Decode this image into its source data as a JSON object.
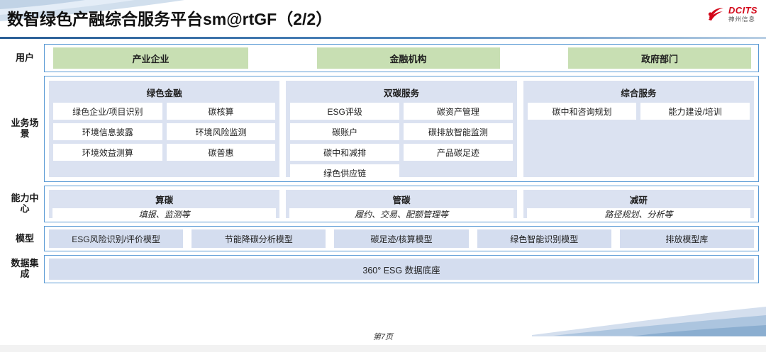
{
  "header": {
    "title": "数智绿色产融综合服务平台sm@rtGF（2/2）",
    "logo_en": "DCITS",
    "logo_cn": "神州信息"
  },
  "colors": {
    "accent_blue": "#5b9bd5",
    "panel_bg": "#dbe2f1",
    "cell_bg": "#d4ddef",
    "user_green": "#c8dfb3",
    "logo_red": "#d3081a",
    "rule": "#2b5f96"
  },
  "rows": {
    "user": {
      "label": "用户",
      "cells": [
        "产业企业",
        "金融机构",
        "政府部门"
      ]
    },
    "business": {
      "label": "业务场景",
      "panels": [
        {
          "title": "绿色金融",
          "tiles": [
            "绿色企业/项目识别",
            "碳核算",
            "环境信息披露",
            "环境风险监测",
            "环境效益测算",
            "碳普惠"
          ]
        },
        {
          "title": "双碳服务",
          "tiles": [
            "ESG评级",
            "碳资产管理",
            "碳账户",
            "碳排放智能监测",
            "碳中和减排",
            "产品碳足迹",
            "绿色供应链"
          ]
        },
        {
          "title": "综合服务",
          "tiles": [
            "碳中和咨询规划",
            "能力建设/培训"
          ]
        }
      ]
    },
    "capability": {
      "label": "能力中心",
      "panels": [
        {
          "title": "算碳",
          "subtitle": "填报、监测等"
        },
        {
          "title": "管碳",
          "subtitle": "履约、交易、配额管理等"
        },
        {
          "title": "减研",
          "subtitle": "路径规划、分析等"
        }
      ]
    },
    "model": {
      "label": "模型",
      "cells": [
        "ESG风险识别/评价模型",
        "节能降碳分析模型",
        "碳足迹/核算模型",
        "绿色智能识别模型",
        "排放模型库"
      ]
    },
    "data": {
      "label": "数据集成",
      "cells": [
        "360° ESG 数据底座"
      ]
    }
  },
  "footer": {
    "page": "第7页"
  }
}
